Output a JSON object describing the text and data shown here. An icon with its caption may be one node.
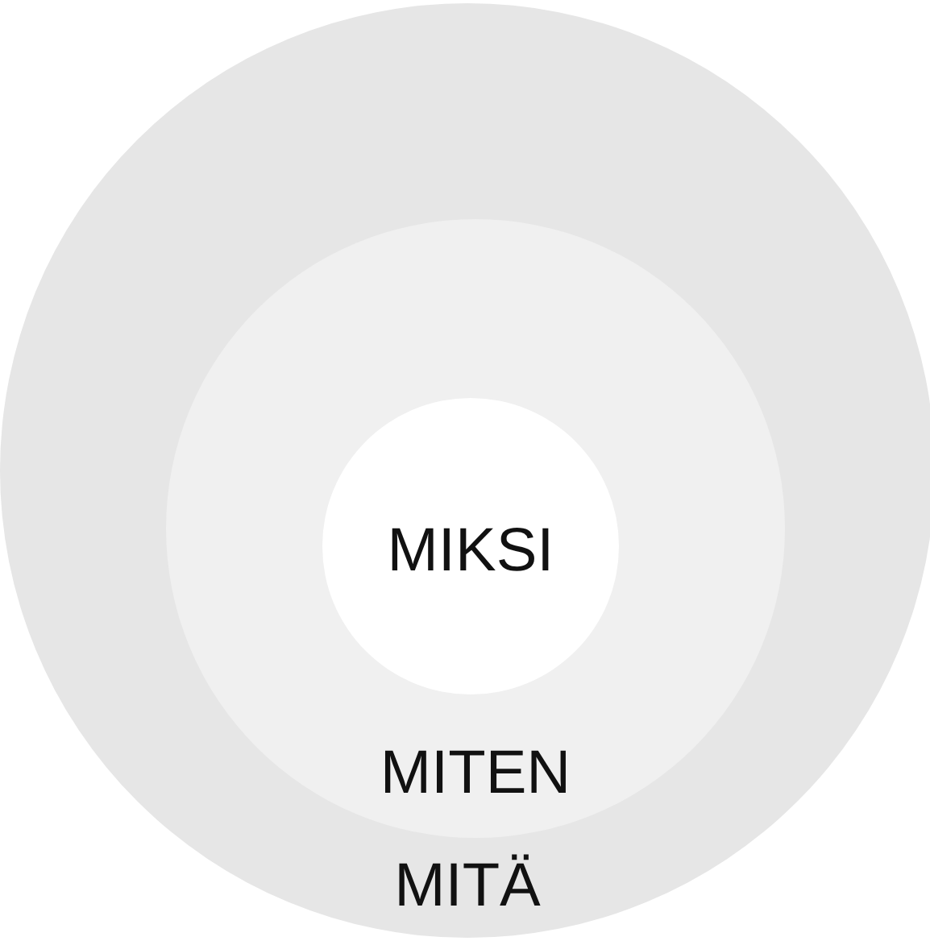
{
  "diagram": {
    "nodes": [
      {
        "text": [
          "MITÄ"
        ]
      },
      {
        "text": [
          "MITEN"
        ],
        "in": 0
      },
      {
        "text": [
          "MIKSI"
        ],
        "in": 1
      }
    ]
  }
}
